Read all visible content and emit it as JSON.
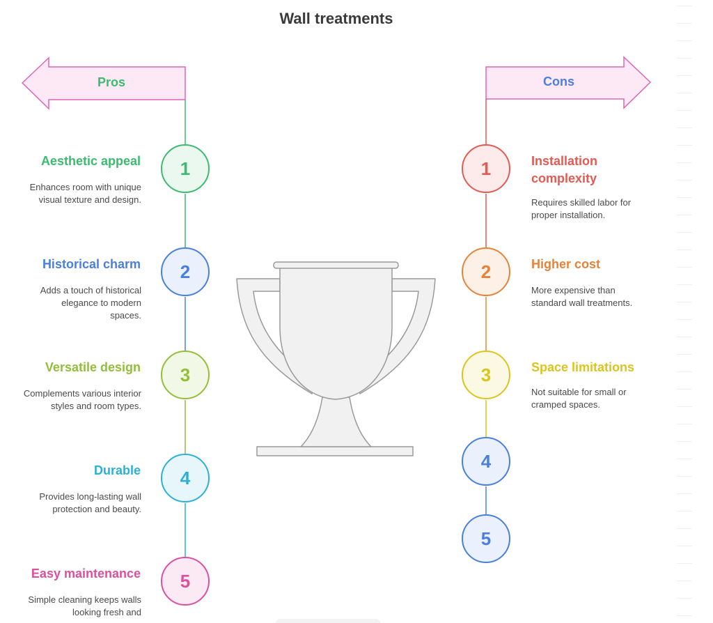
{
  "title": "Wall treatments",
  "pros": {
    "label": "Pros",
    "items": [
      {
        "num": "1",
        "title": "Aesthetic appeal",
        "desc": "Enhances room with unique visual texture and design.",
        "color": "#3dba6f",
        "fill": "#eaf8ef"
      },
      {
        "num": "2",
        "title": "Historical charm",
        "desc": "Adds a touch of historical elegance to modern spaces.",
        "color": "#4a7fe0",
        "fill": "#eaf0fc"
      },
      {
        "num": "3",
        "title": "Versatile design",
        "desc": "Complements various interior styles and room types.",
        "color": "#93be3a",
        "fill": "#f2f8e6"
      },
      {
        "num": "4",
        "title": "Durable",
        "desc": "Provides long-lasting wall protection and beauty.",
        "color": "#2bb0d6",
        "fill": "#e6f6fb"
      },
      {
        "num": "5",
        "title": "Easy maintenance",
        "desc": "Simple cleaning keeps walls looking fresh and",
        "color": "#de4f9d",
        "fill": "#fbe9f3"
      }
    ]
  },
  "cons": {
    "label": "Cons",
    "items": [
      {
        "num": "1",
        "title": "Installation complexity",
        "desc": "Requires skilled labor for proper installation.",
        "color": "#e35a52",
        "fill": "#fcebea"
      },
      {
        "num": "2",
        "title": "Higher cost",
        "desc": "More expensive than standard wall treatments.",
        "color": "#e5833a",
        "fill": "#fcf0e7"
      },
      {
        "num": "3",
        "title": "Space limitations",
        "desc": "Not suitable for small or cramped spaces.",
        "color": "#dcc41e",
        "fill": "#fbf8e4"
      },
      {
        "num": "4",
        "title": "",
        "desc": "",
        "color": "#4a7fe0",
        "fill": "#eaf0fc"
      },
      {
        "num": "5",
        "title": "",
        "desc": "",
        "color": "#4a7fe0",
        "fill": "#eaf0fc"
      }
    ]
  },
  "colors": {
    "arrow_fill": "#fde8f5",
    "arrow_stroke": "#df65b5",
    "pros_label": "#3dba6f",
    "cons_label": "#4a7fe0",
    "trophy_fill": "#f1f1f1",
    "trophy_stroke": "#9a9a9a"
  }
}
